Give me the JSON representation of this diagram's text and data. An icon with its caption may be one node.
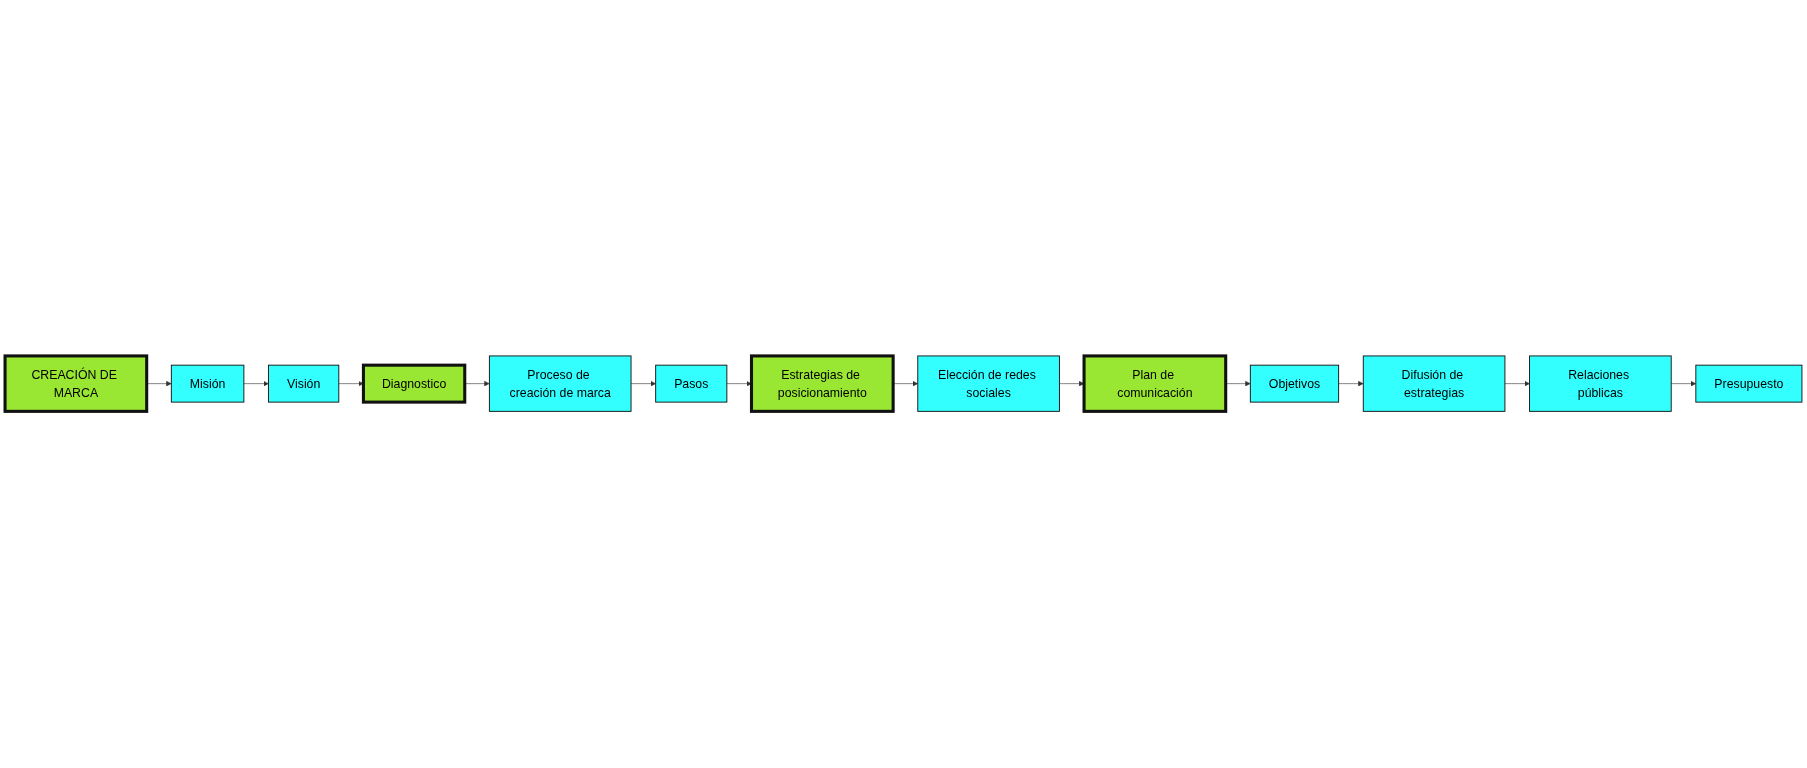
{
  "diagram": {
    "nodes": [
      {
        "text": [
          "CREACIÓN DE MARCA"
        ]
      },
      {
        "text": [
          "Misión"
        ]
      },
      {
        "text": [
          "Visión"
        ]
      },
      {
        "text": [
          "Diagnostico"
        ]
      },
      {
        "text": [
          "Proceso de creación de marca"
        ]
      },
      {
        "text": [
          "Elección de redes sociales"
        ]
      },
      {
        "text": [
          "Estrategias de posicionamiento"
        ]
      },
      {
        "text": [
          "Pasos"
        ]
      },
      {
        "text": [
          "Plan de comunicación"
        ]
      },
      {
        "text": [
          "Objetivos"
        ]
      },
      {
        "text": [
          "Difusión de estrategias"
        ]
      },
      {
        "text": [
          "Relaciones públicas"
        ]
      },
      {
        "text": [
          "Presupuesto"
        ]
      }
    ],
    "edges": [
      {
        "from": 0,
        "to": 1,
        "arrow": "to"
      },
      {
        "from": 1,
        "to": 2,
        "arrow": "to"
      },
      {
        "from": 2,
        "to": 3,
        "arrow": "to"
      },
      {
        "from": 3,
        "to": 4,
        "arrow": "to"
      },
      {
        "from": 4,
        "to": 7,
        "arrow": "to"
      },
      {
        "from": 7,
        "to": 6,
        "arrow": "to"
      },
      {
        "from": 6,
        "to": 5,
        "arrow": "to"
      },
      {
        "from": 5,
        "to": 8,
        "arrow": "to"
      },
      {
        "from": 8,
        "to": 9,
        "arrow": "to"
      },
      {
        "from": 9,
        "to": 10,
        "arrow": "to"
      },
      {
        "from": 10,
        "to": 11,
        "arrow": "to"
      },
      {
        "from": 11,
        "to": 12,
        "arrow": "to"
      }
    ]
  }
}
